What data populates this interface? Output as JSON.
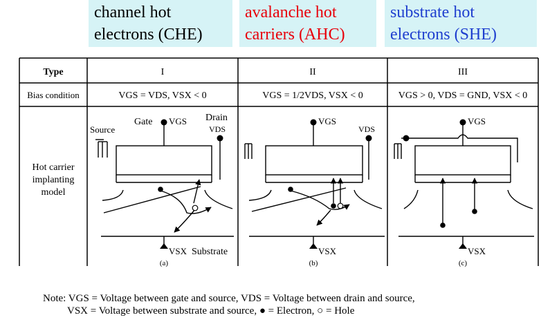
{
  "header_labels": [
    {
      "line1": "channel hot",
      "line2": "electrons (CHE)",
      "color": "#000000"
    },
    {
      "line1": "avalanche hot",
      "line2": "carriers (AHC)",
      "color": "#e8000b"
    },
    {
      "line1": "substrate hot",
      "line2": "electrons (SHE)",
      "color": "#1f3fcf"
    }
  ],
  "table": {
    "row_headers": {
      "type": "Type",
      "bias": "Bias condition",
      "model_line1": "Hot carrier",
      "model_line2": "implanting",
      "model_line3": "model"
    },
    "types": [
      "I",
      "II",
      "III"
    ],
    "bias": [
      "VGS = VDS, VSX < 0",
      "VGS = 1/2VDS, VSX < 0",
      "VGS > 0, VDS = GND, VSX < 0"
    ],
    "labels": {
      "source": "Source",
      "gate": "Gate",
      "drain": "Drain",
      "vgs": "VGS",
      "vds": "VDS",
      "vsx": "VSX",
      "substrate": "Substrate",
      "sub_a": "(a)",
      "sub_b": "(b)",
      "sub_c": "(c)"
    }
  },
  "note": {
    "line1": "Note: VGS = Voltage between gate and source, VDS = Voltage between drain and source,",
    "line2": "VSX = Voltage between substrate and source, ● = Electron, ○ = Hole"
  }
}
